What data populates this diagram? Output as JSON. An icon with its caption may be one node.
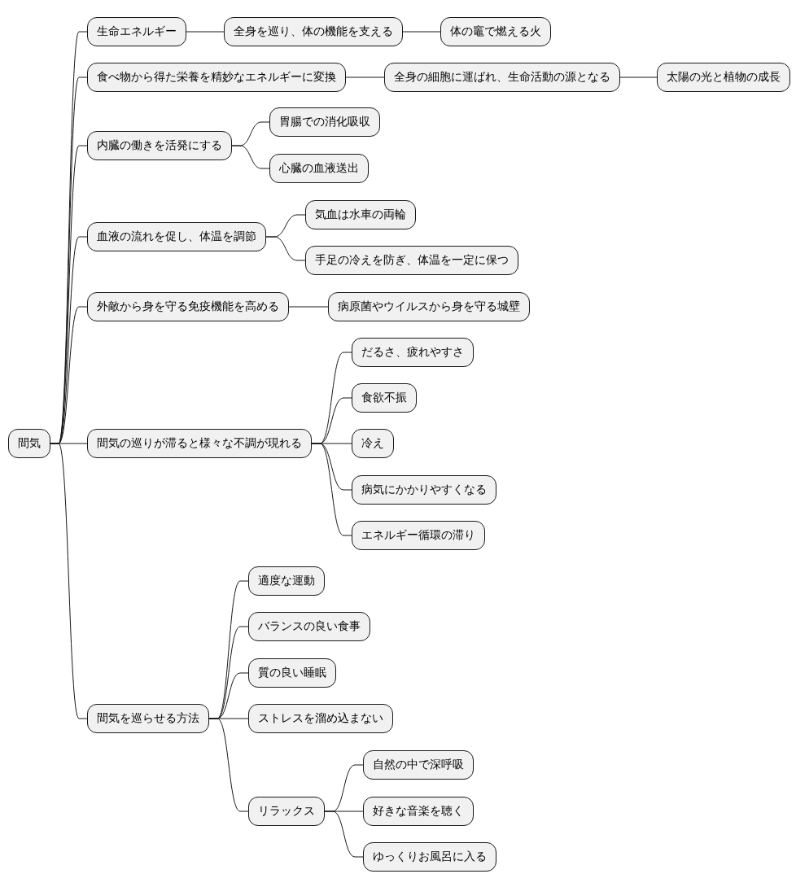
{
  "diagram": {
    "nodes": [
      {
        "text": [
          "間気"
        ]
      },
      {
        "text": [
          "生命エネルギー"
        ]
      },
      {
        "text": [
          "全身を巡り、体の機能を支える"
        ]
      },
      {
        "text": [
          "体の竈で燃える火"
        ]
      },
      {
        "text": [
          "食べ物から得た栄養を精妙なエネルギーに変換"
        ]
      },
      {
        "text": [
          "全身の細胞に運ばれ、生命活動の源となる"
        ]
      },
      {
        "text": [
          "太陽の光と植物の成長"
        ]
      },
      {
        "text": [
          "内臓の働きを活発にする"
        ]
      },
      {
        "text": [
          "胃腸での消化吸収"
        ]
      },
      {
        "text": [
          "心臓の血液送出"
        ]
      },
      {
        "text": [
          "血液の流れを促し、体温を調節"
        ]
      },
      {
        "text": [
          "気血は水車の両輪"
        ]
      },
      {
        "text": [
          "手足の冷えを防ぎ、体温を一定に保つ"
        ]
      },
      {
        "text": [
          "外敵から身を守る免疫機能を高める"
        ]
      },
      {
        "text": [
          "病原菌やウイルスから身を守る城壁"
        ]
      },
      {
        "text": [
          "間気の巡りが滞ると様々な不調が現れる"
        ]
      },
      {
        "text": [
          "だるさ、疲れやすさ"
        ]
      },
      {
        "text": [
          "食欲不振"
        ]
      },
      {
        "text": [
          "冷え"
        ]
      },
      {
        "text": [
          "病気にかかりやすくなる"
        ]
      },
      {
        "text": [
          "エネルギー循環の滞り"
        ]
      },
      {
        "text": [
          "間気を巡らせる方法"
        ]
      },
      {
        "text": [
          "適度な運動"
        ]
      },
      {
        "text": [
          "バランスの良い食事"
        ]
      },
      {
        "text": [
          "質の良い睡眠"
        ]
      },
      {
        "text": [
          "ストレスを溜め込まない"
        ]
      },
      {
        "text": [
          "リラックス"
        ]
      },
      {
        "text": [
          "自然の中で深呼吸"
        ]
      },
      {
        "text": [
          "好きな音楽を聴く"
        ]
      },
      {
        "text": [
          "ゆっくりお風呂に入る"
        ]
      }
    ],
    "edges": [
      {
        "from": 0,
        "to": 1,
        "arrow": "none"
      },
      {
        "from": 1,
        "to": 2,
        "arrow": "none"
      },
      {
        "from": 2,
        "to": 3,
        "arrow": "none"
      },
      {
        "from": 0,
        "to": 4,
        "arrow": "none"
      },
      {
        "from": 4,
        "to": 5,
        "arrow": "none"
      },
      {
        "from": 5,
        "to": 6,
        "arrow": "none"
      },
      {
        "from": 0,
        "to": 7,
        "arrow": "none"
      },
      {
        "from": 7,
        "to": 8,
        "arrow": "none"
      },
      {
        "from": 7,
        "to": 9,
        "arrow": "none"
      },
      {
        "from": 0,
        "to": 10,
        "arrow": "none"
      },
      {
        "from": 10,
        "to": 11,
        "arrow": "none"
      },
      {
        "from": 10,
        "to": 12,
        "arrow": "none"
      },
      {
        "from": 0,
        "to": 13,
        "arrow": "none"
      },
      {
        "from": 13,
        "to": 14,
        "arrow": "none"
      },
      {
        "from": 0,
        "to": 15,
        "arrow": "none"
      },
      {
        "from": 15,
        "to": 16,
        "arrow": "none"
      },
      {
        "from": 15,
        "to": 17,
        "arrow": "none"
      },
      {
        "from": 15,
        "to": 18,
        "arrow": "none"
      },
      {
        "from": 15,
        "to": 19,
        "arrow": "none"
      },
      {
        "from": 15,
        "to": 20,
        "arrow": "none"
      },
      {
        "from": 0,
        "to": 21,
        "arrow": "none"
      },
      {
        "from": 21,
        "to": 22,
        "arrow": "none"
      },
      {
        "from": 21,
        "to": 23,
        "arrow": "none"
      },
      {
        "from": 21,
        "to": 24,
        "arrow": "none"
      },
      {
        "from": 21,
        "to": 25,
        "arrow": "none"
      },
      {
        "from": 21,
        "to": 26,
        "arrow": "none"
      },
      {
        "from": 26,
        "to": 27,
        "arrow": "none"
      },
      {
        "from": 26,
        "to": 28,
        "arrow": "none"
      },
      {
        "from": 26,
        "to": 29,
        "arrow": "none"
      }
    ]
  }
}
